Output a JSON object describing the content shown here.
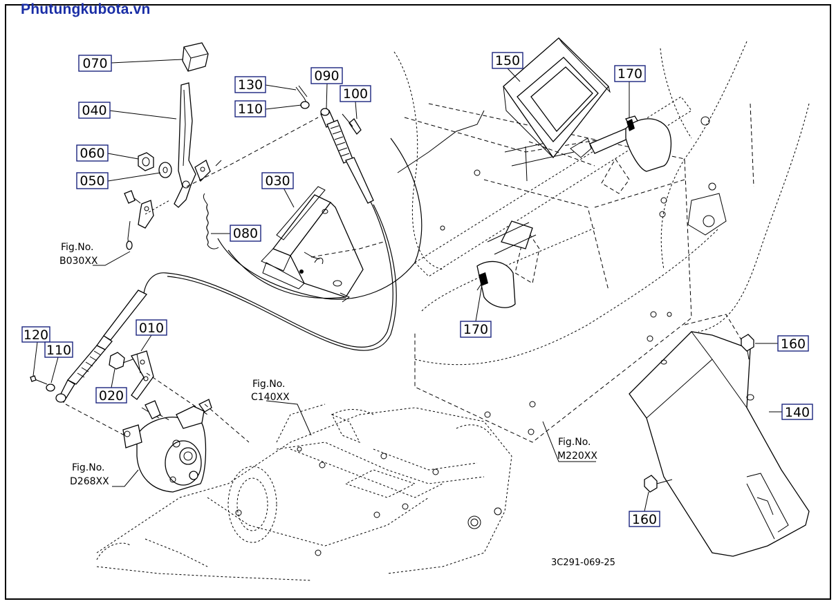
{
  "watermark": "Phutungkubota.vn",
  "drawing_code": "3C291-069-25",
  "callouts": {
    "p070": "070",
    "p040": "040",
    "p060": "060",
    "p050": "050",
    "p130": "130",
    "p090": "090",
    "p110a": "110",
    "p100": "100",
    "p030": "030",
    "p080": "080",
    "p150": "150",
    "p170a": "170",
    "p170b": "170",
    "p120": "120",
    "p110b": "110",
    "p010": "010",
    "p020": "020",
    "p160a": "160",
    "p140": "140",
    "p160b": "160"
  },
  "fig_refs": {
    "b030_title": "Fig.No.",
    "b030_code": "B030XX",
    "c140_title": "Fig.No.",
    "c140_code": "C140XX",
    "d268_title": "Fig.No.",
    "d268_code": "D268XX",
    "m220_title": "Fig.No.",
    "m220_code": "M220XX"
  },
  "colors": {
    "watermark": "#1a2ea6",
    "callout_border": "#1a237e",
    "line": "#000000"
  }
}
